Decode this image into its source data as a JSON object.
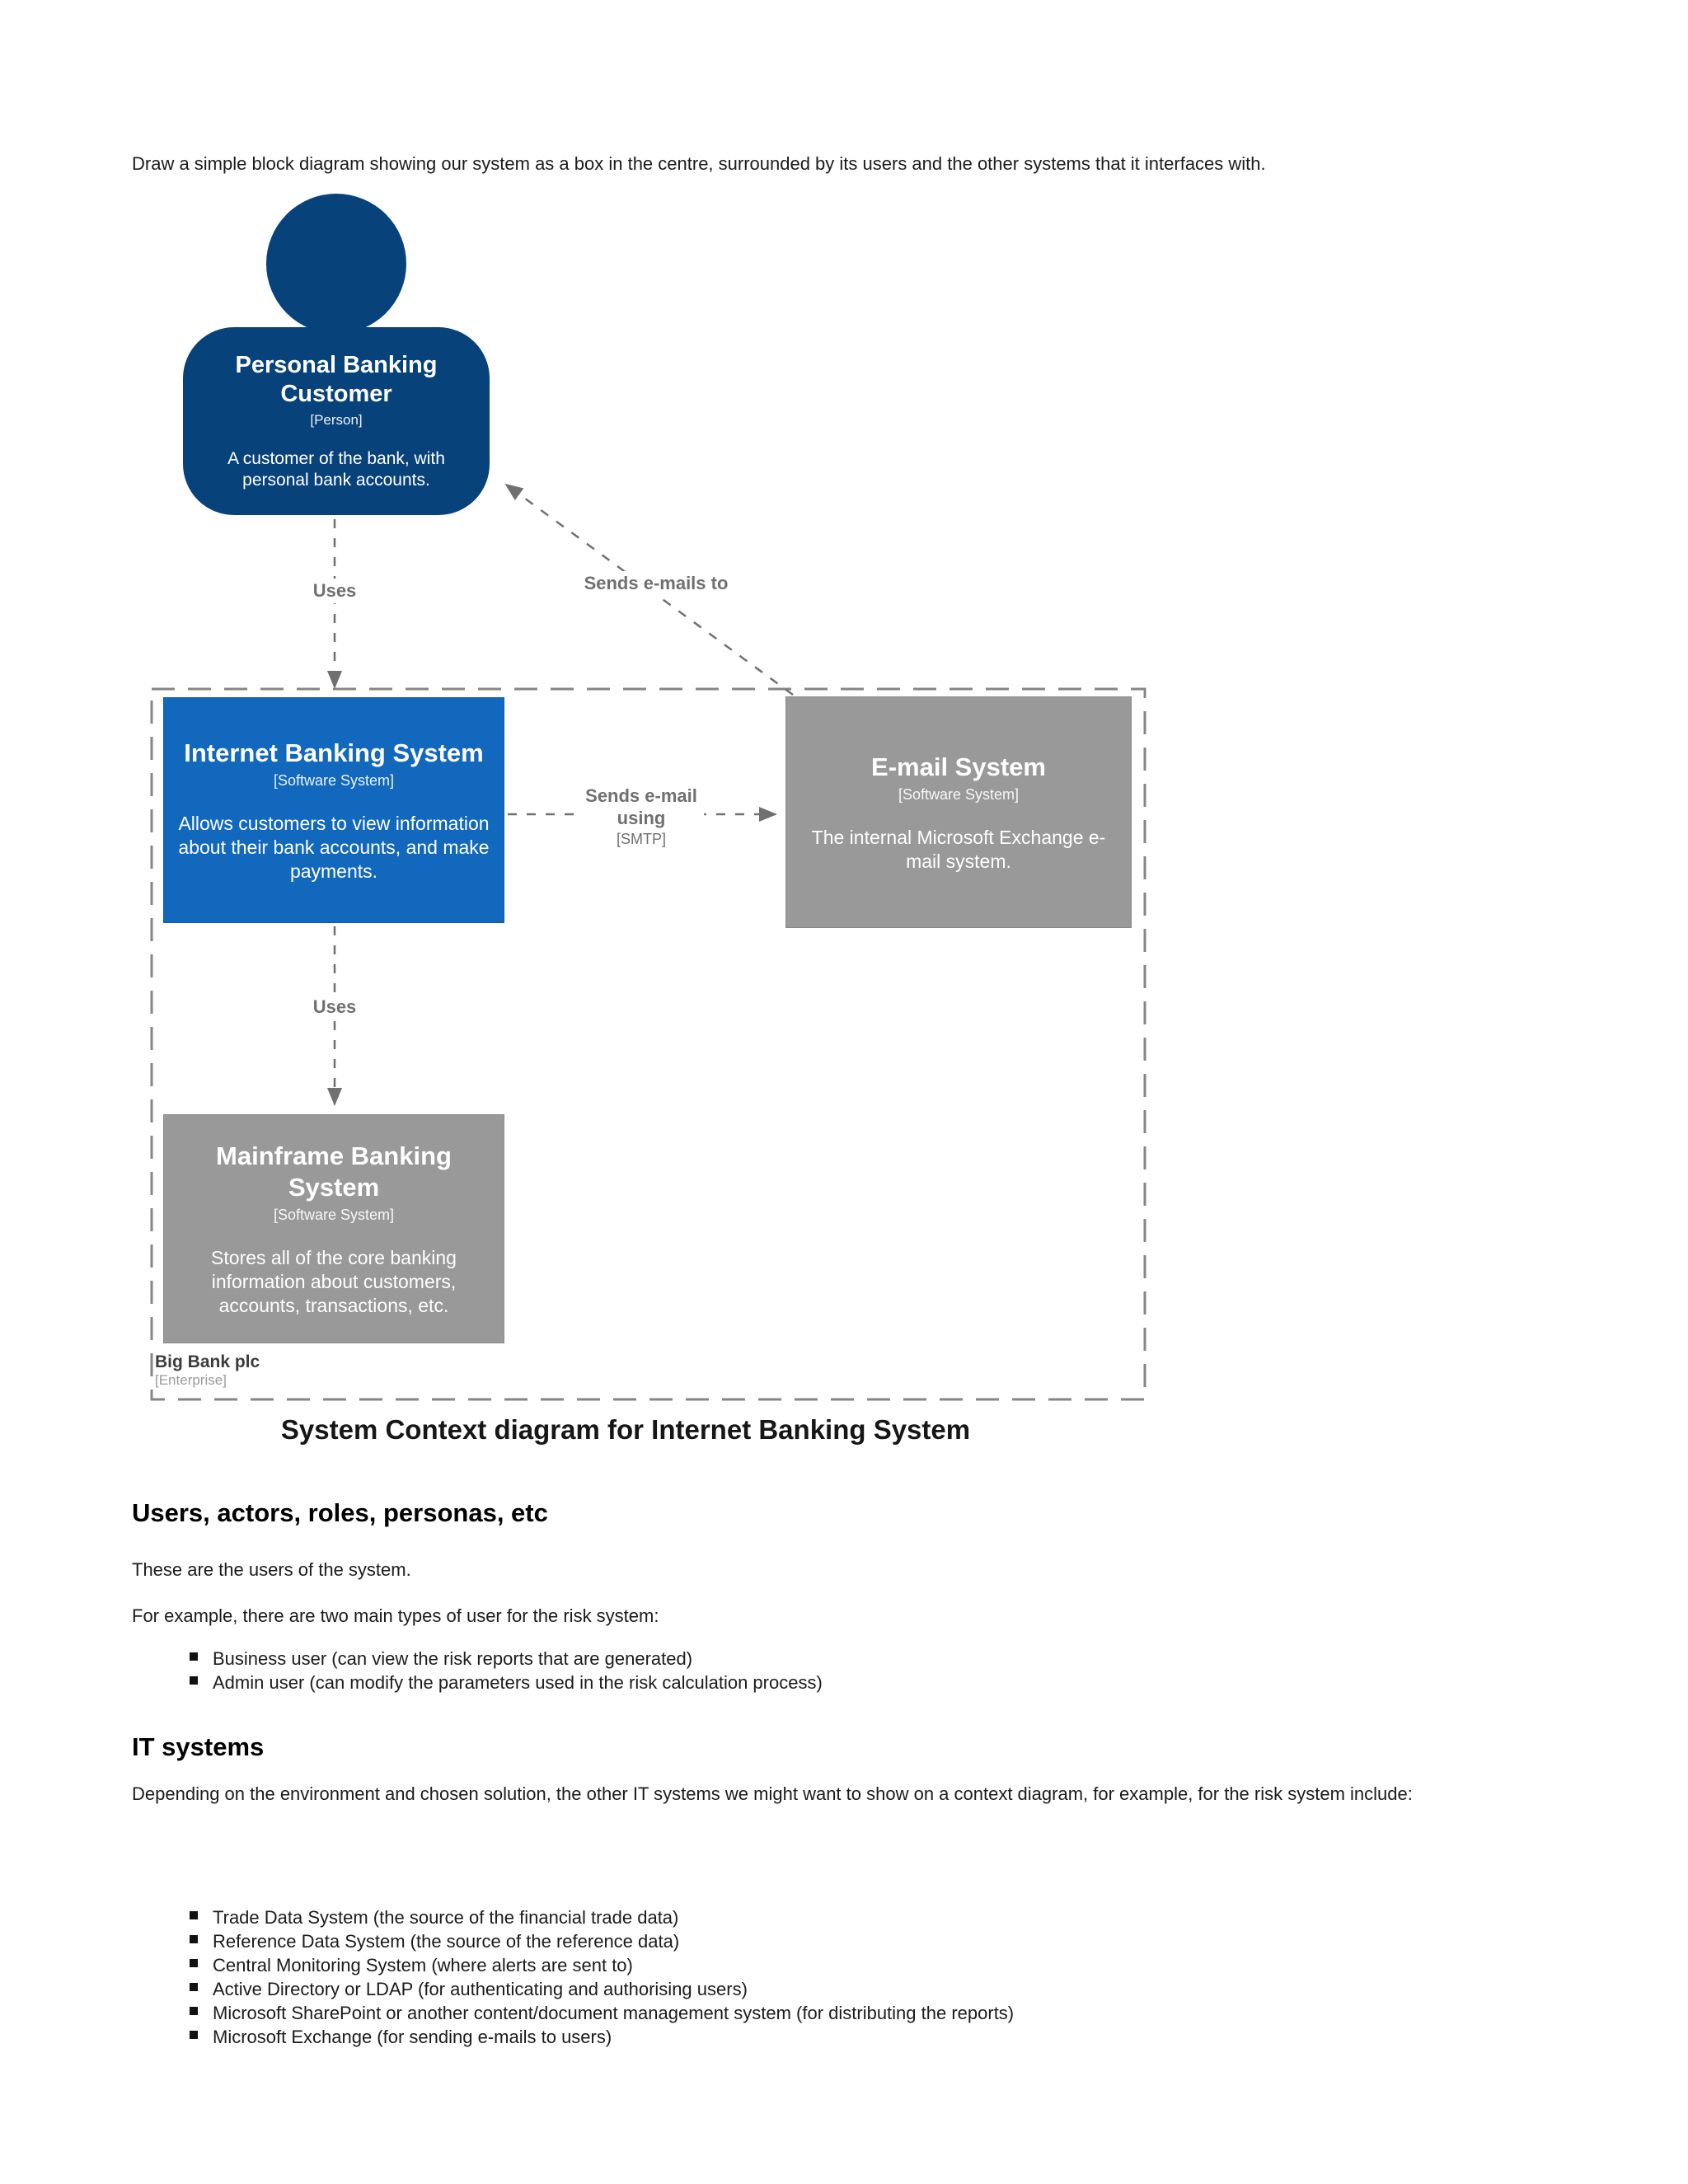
{
  "intro": "Draw a simple block diagram showing our system as a box in the centre, surrounded by its users and the other systems that it interfaces with.",
  "diagram": {
    "caption": "System Context diagram for Internet Banking System",
    "boundary": {
      "name": "Big Bank plc",
      "meta": "[Enterprise]"
    },
    "person": {
      "name": "Personal Banking Customer",
      "meta": "[Person]",
      "description": "A customer of the bank, with personal bank accounts."
    },
    "internet_banking": {
      "name": "Internet Banking System",
      "meta": "[Software System]",
      "description": "Allows customers to view information about their bank accounts, and make payments."
    },
    "email_system": {
      "name": "E-mail System",
      "meta": "[Software System]",
      "description": "The internal Microsoft Exchange e-mail system."
    },
    "mainframe": {
      "name": "Mainframe Banking System",
      "meta": "[Software System]",
      "description": "Stores all of the core banking information about customers, accounts, transactions, etc."
    },
    "relationships": {
      "uses_top": "Uses",
      "uses_bottom": "Uses",
      "sends_emails_to": "Sends e-mails to",
      "sends_email_using_line1": "Sends e-mail",
      "sends_email_using_line2": "using",
      "sends_email_using_meta": "[SMTP]"
    },
    "colors": {
      "person_fill": "#08427b",
      "system_fill": "#1168bd",
      "external_fill": "#999999",
      "relationship": "#707070",
      "boundary": "#858585"
    }
  },
  "users_section": {
    "heading": "Users, actors, roles, personas, etc",
    "p1": "These are the users of the system.",
    "p2": "For example, there are two main types of user for the risk system:",
    "bullets": [
      "Business user (can view the risk reports that are generated)",
      "Admin user (can modify the parameters used in the risk calculation process)"
    ]
  },
  "it_section": {
    "heading": "IT systems",
    "p1": "Depending on the environment and chosen solution, the other IT systems we might want to show on a context diagram, for example, for the risk system include:",
    "bullets": [
      "Trade Data System (the source of the financial trade data)",
      "Reference Data System (the source of the reference data)",
      "Central Monitoring System (where alerts are sent to)",
      "Active Directory or LDAP (for authenticating and authorising users)",
      "Microsoft SharePoint or another content/document management system (for distributing the reports)",
      "Microsoft Exchange (for sending e-mails to users)"
    ]
  }
}
